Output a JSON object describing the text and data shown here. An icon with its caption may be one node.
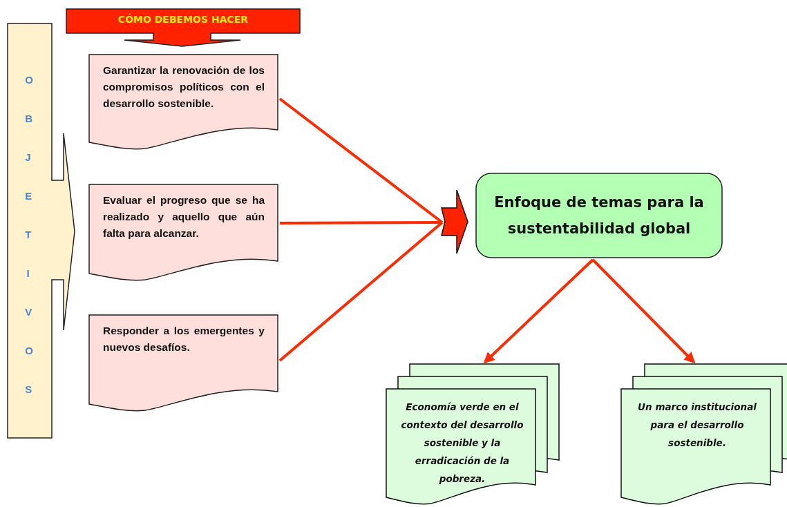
{
  "diagram": {
    "nodes": [
      {
        "text": [
          "OBJETIVOS"
        ]
      },
      {
        "text": [
          "CÓMO DEBEMOS HACER"
        ]
      },
      {
        "text": [
          "Garantizar la renovación de los compromisos políticos con el desarrollo sostenible."
        ]
      },
      {
        "text": [
          "Evaluar el progreso que se ha realizado y aquello que aún falta para alcanzar."
        ]
      },
      {
        "text": [
          "Responder a los emergentes y nuevos desafíos."
        ]
      },
      {
        "text": [],
        "shape": "arrow"
      },
      {
        "text": [
          "Enfoque de temas para la sustentabilidad global"
        ]
      },
      {
        "text": [
          "Economía verde en el contexto del desarrollo sostenible y la erradicación de la pobreza."
        ]
      },
      {
        "text": [
          "Un marco institucional para el desarrollo sostenible."
        ]
      }
    ],
    "edges": [
      {
        "from": 2,
        "to": 5,
        "arrow": "none"
      },
      {
        "from": 3,
        "to": 5,
        "arrow": "none"
      },
      {
        "from": 4,
        "to": 5,
        "arrow": "none"
      },
      {
        "from": 6,
        "to": 7,
        "arrow": "to"
      },
      {
        "from": 6,
        "to": 8,
        "arrow": "to"
      }
    ]
  }
}
